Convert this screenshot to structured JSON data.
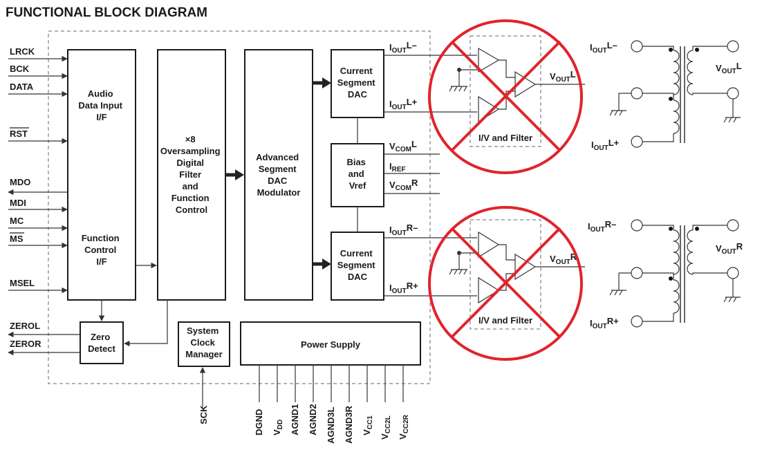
{
  "title": "FUNCTIONAL BLOCK DIAGRAM",
  "pins_left": [
    "LRCK",
    "BCK",
    "DATA",
    "RST",
    "MDO",
    "MDI",
    "MC",
    "MS",
    "MSEL",
    "ZEROL",
    "ZEROR"
  ],
  "blocks": {
    "audio_input": [
      "Audio",
      "Data Input",
      "I/F"
    ],
    "function_control": [
      "Function",
      "Control",
      "I/F"
    ],
    "oversampling": [
      "×8",
      "Oversampling",
      "Digital",
      "Filter",
      "and",
      "Function",
      "Control"
    ],
    "modulator": [
      "Advanced",
      "Segment",
      "DAC",
      "Modulator"
    ],
    "dac_l": [
      "Current",
      "Segment",
      "DAC"
    ],
    "bias": [
      "Bias",
      "and",
      "Vref"
    ],
    "dac_r": [
      "Current",
      "Segment",
      "DAC"
    ],
    "zero_detect": [
      "Zero",
      "Detect"
    ],
    "clock_manager": [
      "System",
      "Clock",
      "Manager"
    ],
    "power_supply": [
      "Power Supply"
    ]
  },
  "signals": {
    "ioutl_minus": {
      "main": "I",
      "sub": "OUT",
      "sup": "L–"
    },
    "ioutl_plus": {
      "main": "I",
      "sub": "OUT",
      "sup": "L+"
    },
    "vcoml": {
      "main": "V",
      "sub": "COM",
      "sup": "L"
    },
    "iref": {
      "main": "I",
      "sub": "REF",
      "sup": ""
    },
    "vcomr": {
      "main": "V",
      "sub": "COM",
      "sup": "R"
    },
    "ioutr_minus": {
      "main": "I",
      "sub": "OUT",
      "sup": "R–"
    },
    "ioutr_plus": {
      "main": "I",
      "sub": "OUT",
      "sup": "R+"
    },
    "voutl": {
      "main": "V",
      "sub": "OUT",
      "sup": "L"
    },
    "voutr": {
      "main": "V",
      "sub": "OUT",
      "sup": "R"
    }
  },
  "filter_label": "I/V and Filter",
  "sck_label": "SCK",
  "power_pins": [
    {
      "main": "DGND",
      "sub": ""
    },
    {
      "main": "V",
      "sub": "DD"
    },
    {
      "main": "AGND1",
      "sub": ""
    },
    {
      "main": "AGND2",
      "sub": ""
    },
    {
      "main": "AGND3L",
      "sub": ""
    },
    {
      "main": "AGND3R",
      "sub": ""
    },
    {
      "main": "V",
      "sub": "CC1"
    },
    {
      "main": "V",
      "sub": "CC2L"
    },
    {
      "main": "V",
      "sub": "CC2R"
    }
  ],
  "colors": {
    "line": "#333333",
    "strike": "#e0242c"
  }
}
